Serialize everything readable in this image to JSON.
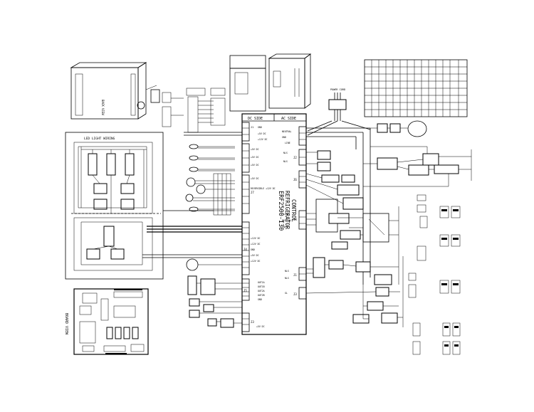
{
  "control": {
    "dc_side": "DC SIDE",
    "ac_side": "AC SIDE",
    "model": "ERF2500-I30",
    "refrigerator": "REFRIGERATOR",
    "control": "CONTROL"
  },
  "panels": {
    "led_light_wiring": "LED LIGHT WIRING",
    "board_view": "BOARD VIEW",
    "back_view": "BACK VIEW",
    "power_cord": "POWER CORD"
  },
  "dc_pins": {
    "j1": [
      "GND",
      "+5V DC",
      "+12V DC"
    ],
    "j2": [
      "+5V DC",
      "+5V DC",
      "+5V DC"
    ],
    "j7": [
      "+5V DC",
      "REVERSIBLE +12V DC"
    ],
    "lower": [
      "+12V DC",
      "+12V DC",
      "GND",
      "+5V DC",
      "+12V DC"
    ],
    "j5": [
      "OUT1A",
      "OUT1B",
      "OUT2A",
      "OUT2B",
      "GND"
    ],
    "j3": [
      "+5V DC"
    ]
  },
  "ac_pins": {
    "top": [
      "NEUTRAL",
      "GND",
      "LINE"
    ],
    "j2": [
      "NLS",
      "NLS"
    ],
    "j4": [
      "LINE",
      "NEUTRAL",
      "NLS"
    ],
    "j1": [
      "NLS",
      "NLS"
    ],
    "j3": [
      "GL"
    ]
  },
  "connectors": {
    "j1": "J1",
    "j2": "J2",
    "j3": "J3",
    "j4": "J4",
    "j5": "J5",
    "j6": "J6",
    "j7": "J7"
  }
}
